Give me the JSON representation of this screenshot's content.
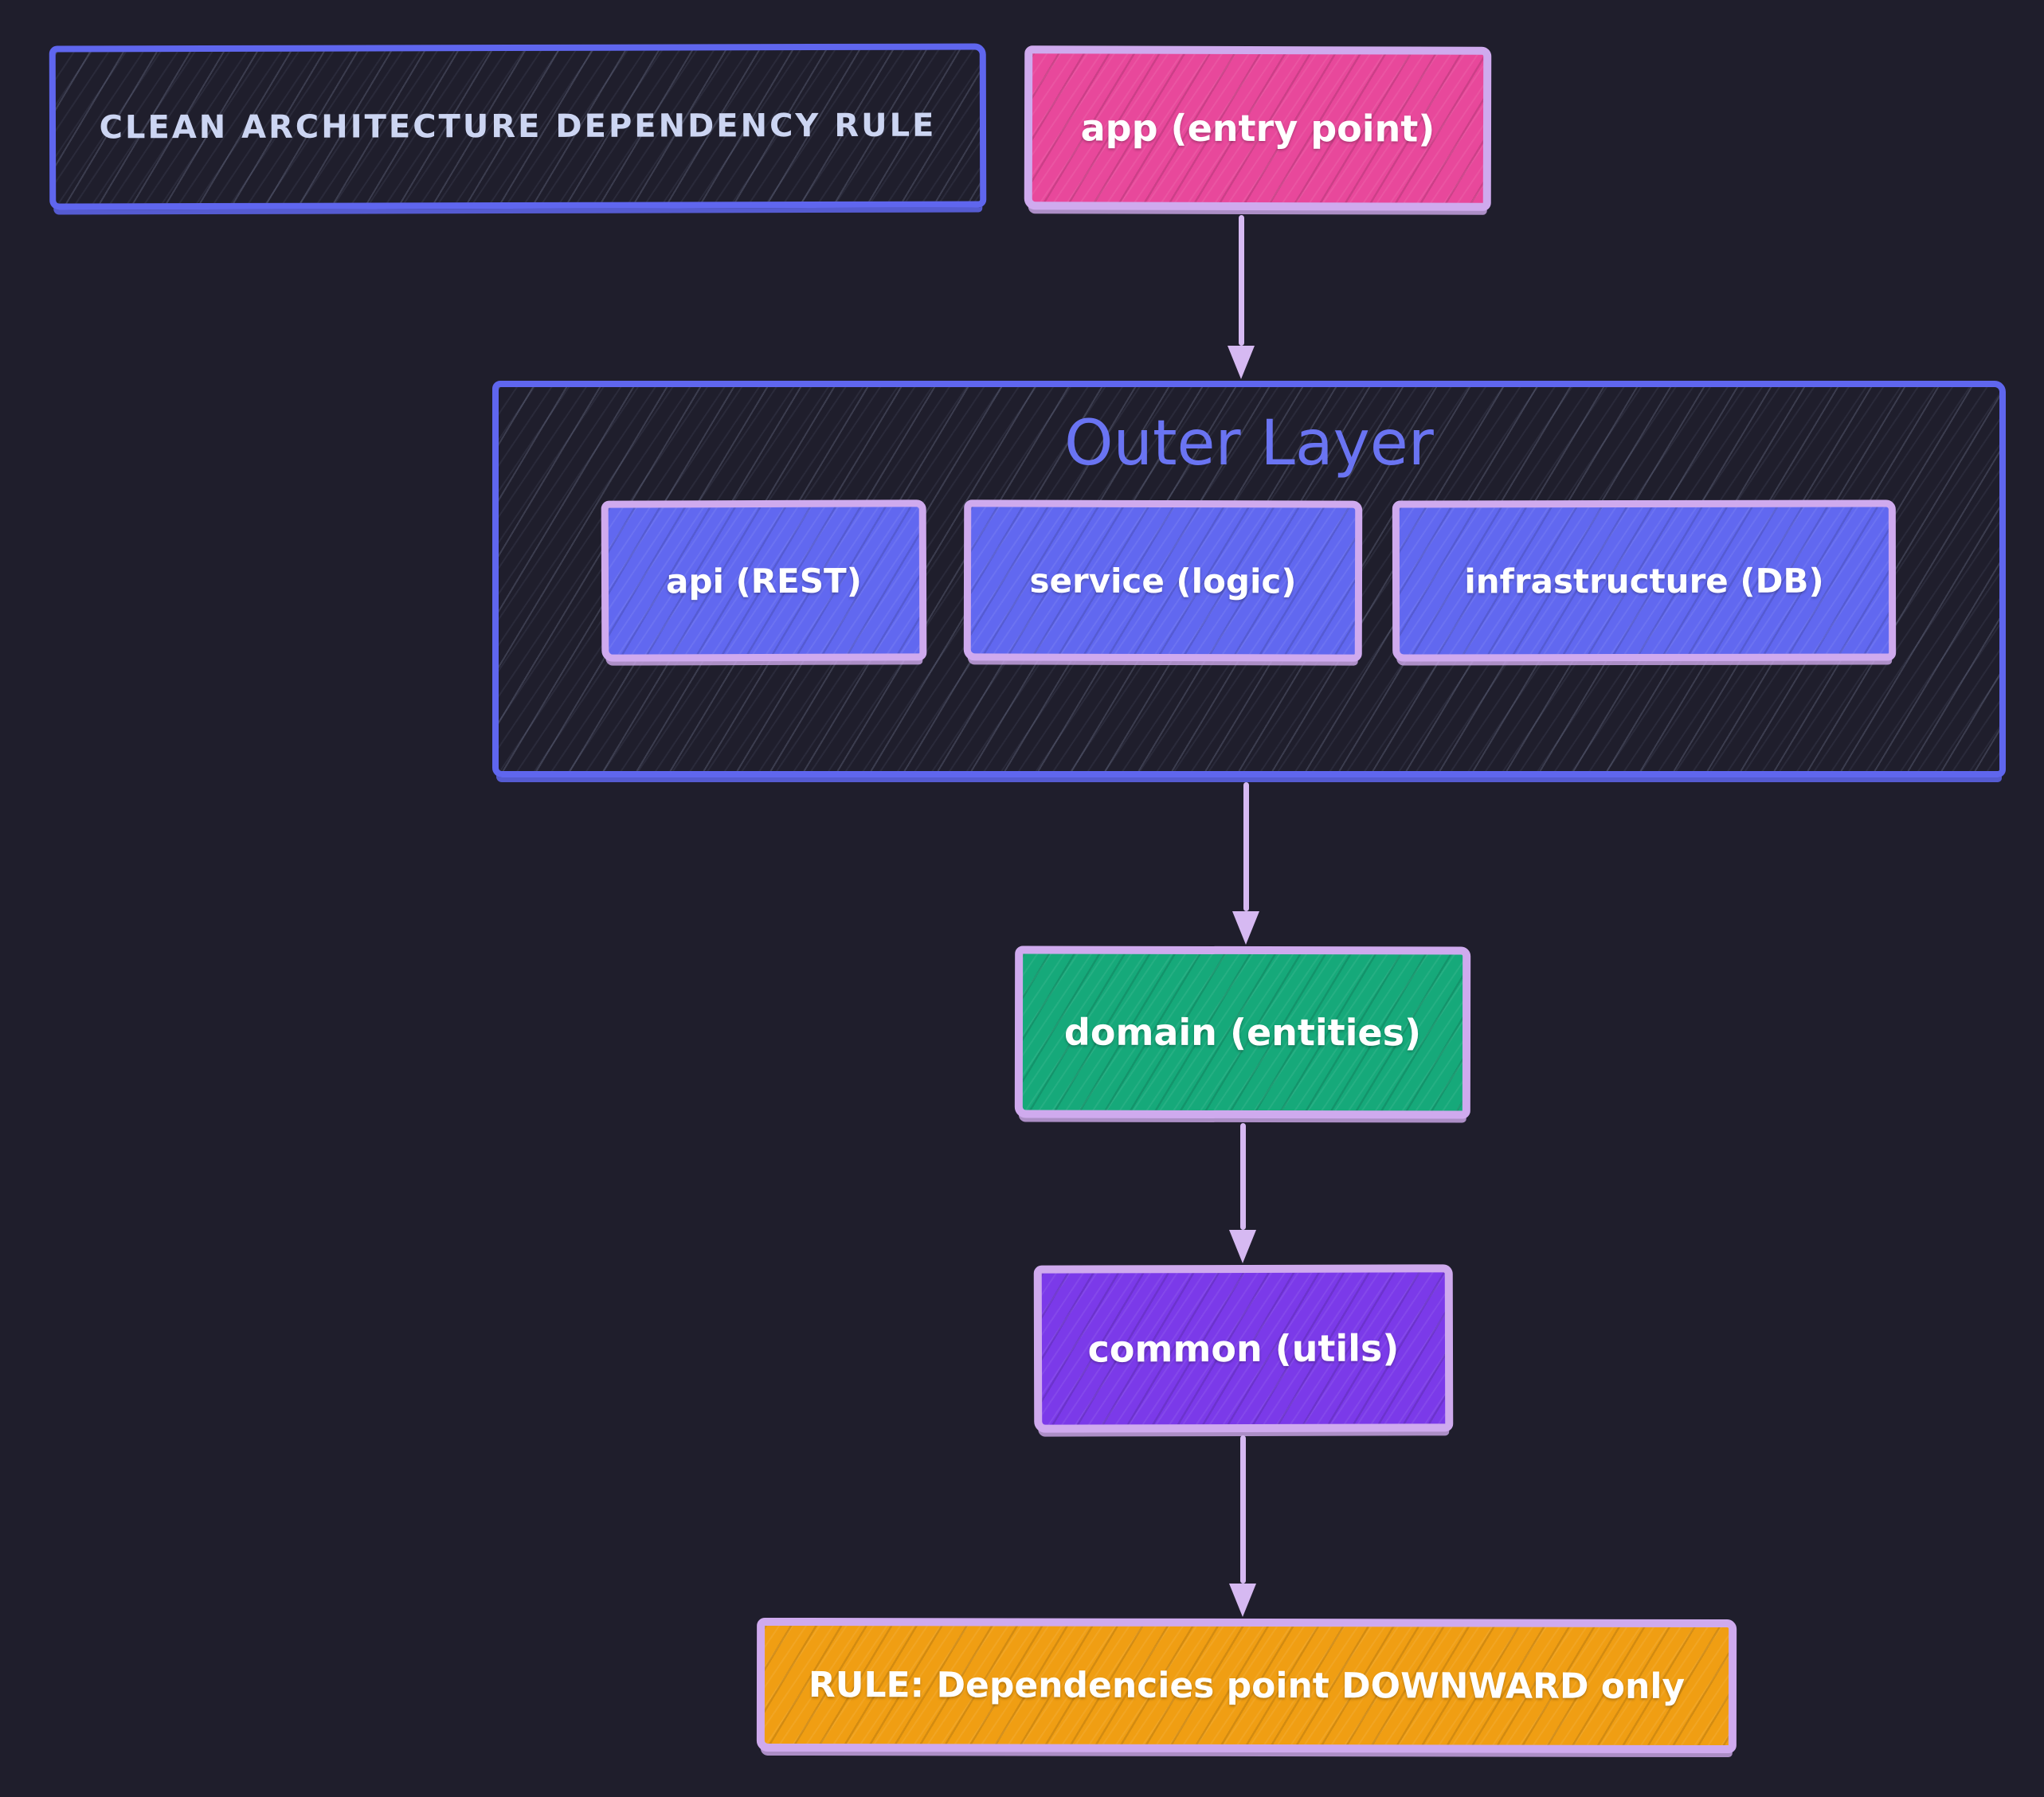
{
  "colors": {
    "background": "#1f1e2c",
    "indigo_border": "#5f66ee",
    "lavender_border": "#cfaaee",
    "arrow": "#d6b9f2",
    "title_text": "#ccd5f2",
    "outer_title_text": "#6a74f2",
    "label_text": "#ffffff",
    "app_fill": "#e8489b",
    "layer_fill": "#6168f0",
    "domain_fill": "#16a97a",
    "common_fill": "#7b3ae9",
    "rule_fill": "#f09e13"
  },
  "title_box": {
    "label": "CLEAN ARCHITECTURE DEPENDENCY RULE"
  },
  "nodes": {
    "app": {
      "label": "app (entry point)"
    },
    "outer_layer": {
      "title": "Outer Layer",
      "children": [
        {
          "label": "api (REST)"
        },
        {
          "label": "service (logic)"
        },
        {
          "label": "infrastructure (DB)"
        }
      ]
    },
    "domain": {
      "label": "domain (entities)"
    },
    "common": {
      "label": "common (utils)"
    },
    "rule": {
      "label": "RULE: Dependencies point DOWNWARD only"
    }
  },
  "arrows": [
    {
      "from": "app",
      "to": "outer-layer"
    },
    {
      "from": "outer-layer",
      "to": "domain"
    },
    {
      "from": "domain",
      "to": "common"
    },
    {
      "from": "common",
      "to": "rule"
    }
  ]
}
